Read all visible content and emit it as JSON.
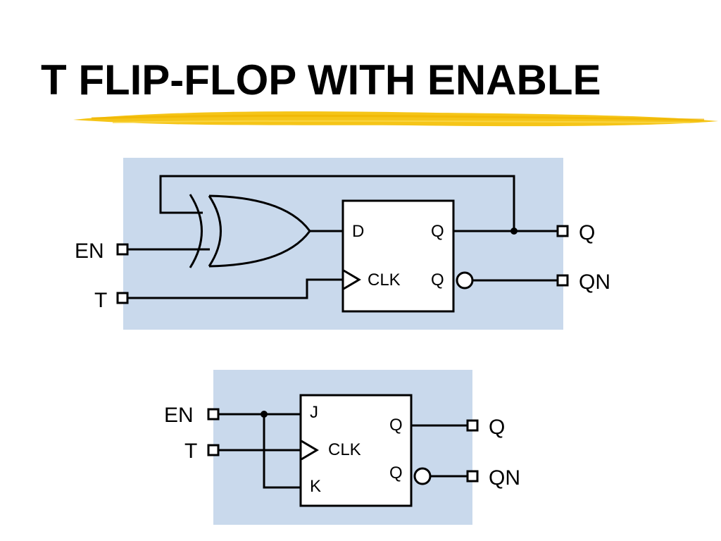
{
  "slide": {
    "title": "T FLIP-FLOP WITH ENABLE"
  },
  "colors": {
    "panel": "#c9d9ec",
    "ink": "#000000",
    "highlight": "#f5c518"
  },
  "diagram_top": {
    "inputs": {
      "en": "EN",
      "t": "T"
    },
    "outputs": {
      "q": "Q",
      "qn": "QN"
    },
    "gate": "xor-gate",
    "flipflop": {
      "d": "D",
      "clk": "CLK",
      "q": "Q",
      "qbar": "Q"
    }
  },
  "diagram_bottom": {
    "inputs": {
      "en": "EN",
      "t": "T"
    },
    "outputs": {
      "q": "Q",
      "qn": "QN"
    },
    "flipflop": {
      "j": "J",
      "clk": "CLK",
      "k": "K",
      "q": "Q",
      "qbar": "Q"
    }
  }
}
